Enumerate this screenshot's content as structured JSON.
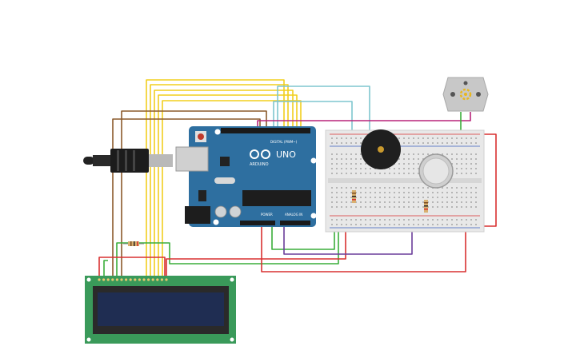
{
  "board": {
    "brand": "ARDUINO",
    "model": "UNO",
    "digital_label": "DIGITAL (PWM~)",
    "power_label": "POWER",
    "analog_label": "ANALOG IN"
  },
  "colors": {
    "board": "#2e6fa0",
    "lcd_pcb": "#3a9a5a",
    "lcd_screen": "#1f2d52",
    "breadboard": "#e8e8e8",
    "wire_yellow": "#f2cf1e",
    "wire_brown": "#8b5a2b",
    "wire_cyan": "#7fc6cf",
    "wire_green": "#3aae3a",
    "wire_red": "#d93030",
    "wire_magenta": "#b8247a",
    "wire_purple": "#6a3d9a"
  },
  "components": [
    {
      "name": "usb-cable-icon"
    },
    {
      "name": "arduino-board"
    },
    {
      "name": "breadboard"
    },
    {
      "name": "piezo-buzzer-icon"
    },
    {
      "name": "gas-sensor-icon"
    },
    {
      "name": "dc-motor-icon"
    },
    {
      "name": "lcd-16x2-display"
    },
    {
      "name": "resistor-icon"
    }
  ]
}
